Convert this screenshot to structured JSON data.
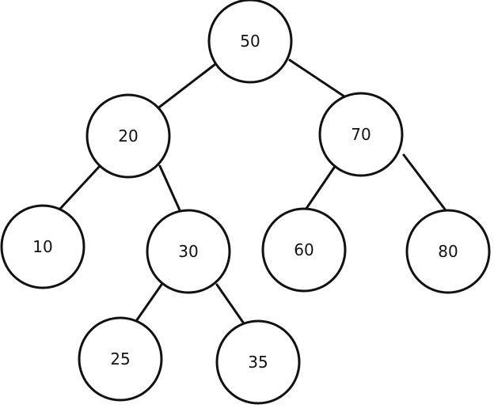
{
  "tree": {
    "nodes": [
      {
        "id": "n50",
        "label": "50"
      },
      {
        "id": "n20",
        "label": "20"
      },
      {
        "id": "n70",
        "label": "70"
      },
      {
        "id": "n10",
        "label": "10"
      },
      {
        "id": "n30",
        "label": "30"
      },
      {
        "id": "n60",
        "label": "60"
      },
      {
        "id": "n80",
        "label": "80"
      },
      {
        "id": "n25",
        "label": "25"
      },
      {
        "id": "n35",
        "label": "35"
      }
    ],
    "edges": [
      {
        "from": "n50",
        "to": "n20"
      },
      {
        "from": "n50",
        "to": "n70"
      },
      {
        "from": "n20",
        "to": "n10"
      },
      {
        "from": "n20",
        "to": "n30"
      },
      {
        "from": "n70",
        "to": "n60"
      },
      {
        "from": "n70",
        "to": "n80"
      },
      {
        "from": "n30",
        "to": "n25"
      },
      {
        "from": "n30",
        "to": "n35"
      }
    ]
  }
}
